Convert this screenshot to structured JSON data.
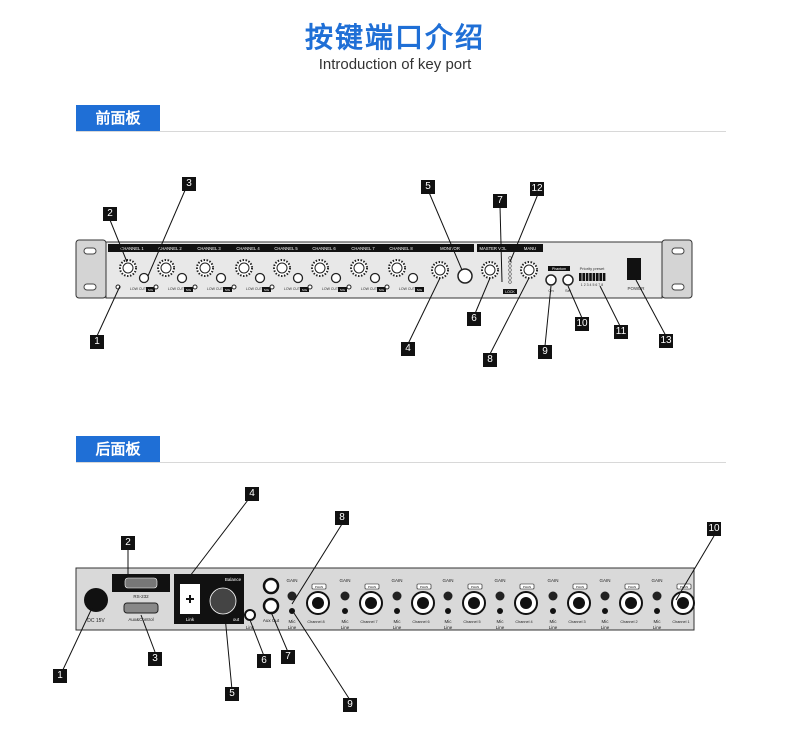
{
  "header": {
    "title_cn": "按键端口介绍",
    "title_en": "Introduction of key port"
  },
  "front": {
    "section_label": "前面板",
    "channel_labels": [
      "CHANNEL 1",
      "CHANNEL 2",
      "CHANNEL 3",
      "CHANNEL 4",
      "CHANNEL 5",
      "CHANNEL 6",
      "CHANNEL 7",
      "CHANNEL 8"
    ],
    "monitor_label": "MONITOR",
    "master_label": "MASTER VOL",
    "manu_label": "MANU",
    "lowcut_label": "LOW CUT",
    "sig_label": "SIG",
    "lock_label": "LOCK",
    "phantom_label": "Phantom",
    "priority_label": "Priority preset",
    "priority_numbers": "1 2 3 4 5 6 7 8",
    "on_label": "On",
    "set_label": "Set",
    "power_label": "POWER",
    "callouts": [
      "1",
      "2",
      "3",
      "4",
      "5",
      "6",
      "7",
      "8",
      "9",
      "10",
      "11",
      "12",
      "13"
    ]
  },
  "rear": {
    "section_label": "后面板",
    "dc_label": "DC 15V",
    "rs232_label": "RS-232",
    "aux_control_label": "Aux&Control",
    "balance_label": "Balance",
    "link_label": "Link",
    "out_label": "out",
    "link2_label": "Link",
    "auxout_label": "Aux Out",
    "gain_label": "GAIN",
    "phan_label": "PHAN",
    "mic_label": "Mic",
    "line_label": "Line",
    "channel_names": [
      "Channel 8",
      "Channel 7",
      "Channel 6",
      "Channel 5",
      "Channel 4",
      "Channel 3",
      "Channel 2",
      "Channel 1"
    ],
    "callouts": [
      "1",
      "2",
      "3",
      "4",
      "5",
      "6",
      "7",
      "8",
      "9",
      "10"
    ]
  },
  "colors": {
    "accent": "#1f6fd6",
    "panel": "#e6e6e6",
    "dark": "#111111"
  }
}
